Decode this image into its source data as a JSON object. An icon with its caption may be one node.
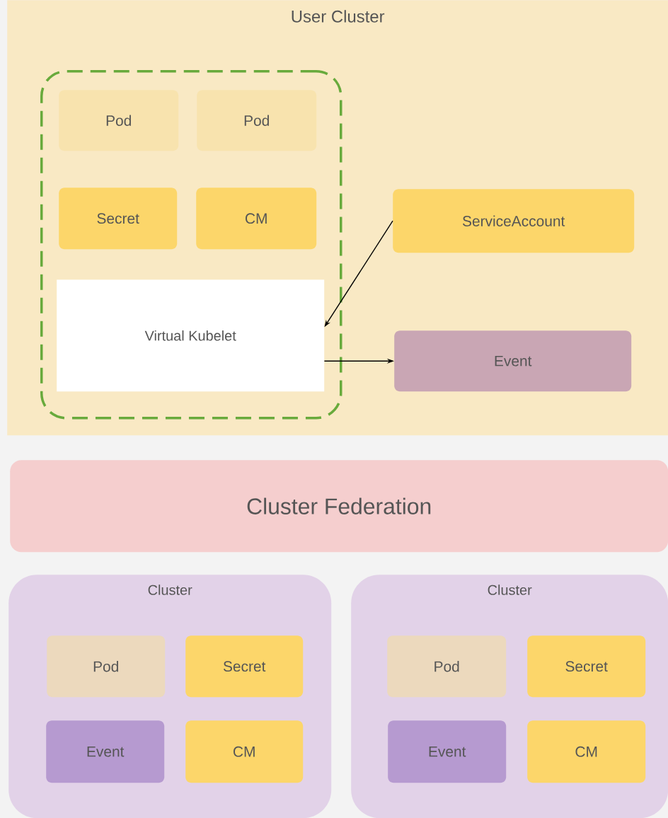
{
  "diagram": {
    "nodes": [
      {
        "text": [
          "User Cluster"
        ]
      },
      {
        "text": [],
        "shape": "box",
        "in": 0
      },
      {
        "text": [
          "Pod"
        ],
        "in": 1
      },
      {
        "text": [
          "Pod"
        ],
        "in": 1
      },
      {
        "text": [
          "Secret"
        ],
        "in": 1
      },
      {
        "text": [
          "CM"
        ],
        "in": 1
      },
      {
        "text": [
          "Virtual Kubelet"
        ],
        "in": 1
      },
      {
        "text": [
          "ServiceAccount"
        ],
        "in": 0
      },
      {
        "text": [
          "Event"
        ],
        "in": 0
      },
      {
        "text": [
          "Cluster Federation"
        ]
      },
      {
        "text": [
          "Cluster"
        ]
      },
      {
        "text": [
          "Pod"
        ],
        "in": 10
      },
      {
        "text": [
          "Secret"
        ],
        "in": 10
      },
      {
        "text": [
          "Event"
        ],
        "in": 10
      },
      {
        "text": [
          "CM"
        ],
        "in": 10
      },
      {
        "text": [
          "Cluster"
        ]
      },
      {
        "text": [
          "Pod"
        ],
        "in": 15
      },
      {
        "text": [
          "Secret"
        ],
        "in": 15
      },
      {
        "text": [
          "Event"
        ],
        "in": 15
      },
      {
        "text": [
          "CM"
        ],
        "in": 15
      }
    ],
    "edges": [
      {
        "from": 7,
        "to": 6,
        "arrow": "to"
      },
      {
        "from": 6,
        "to": 8,
        "arrow": "to"
      }
    ]
  }
}
